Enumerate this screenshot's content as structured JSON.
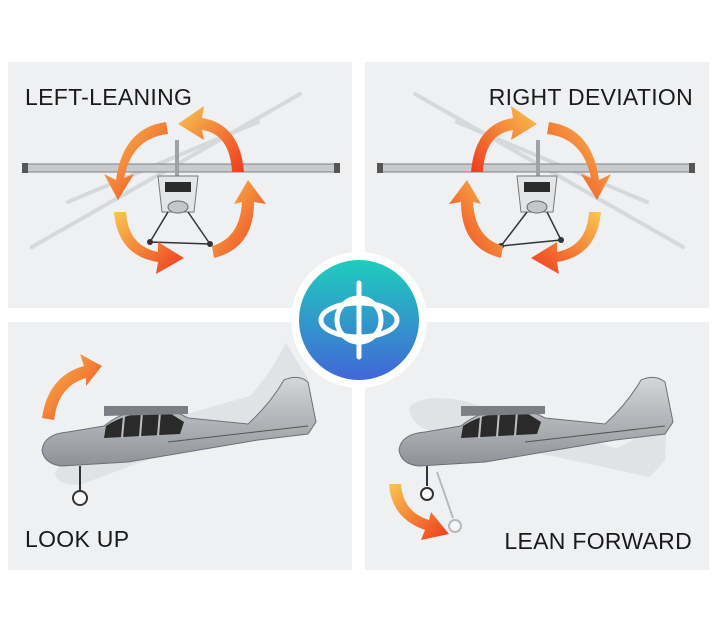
{
  "panels": [
    {
      "label": "LEFT-LEANING"
    },
    {
      "label": "RIGHT DEVIATION"
    },
    {
      "label": "LOOK UP"
    },
    {
      "label": "LEAN FORWARD"
    }
  ],
  "icons": {
    "center": "gyroscope-icon",
    "arrows": "rotation-arrow-icon",
    "airplane": "airplane-icon"
  },
  "colors": {
    "panel_bg": "#eef0f2",
    "arrow_start": "#f7c04a",
    "arrow_end": "#ee3a1e",
    "gyro_top": "#1fc6c0",
    "gyro_bottom": "#3d6fd3"
  }
}
